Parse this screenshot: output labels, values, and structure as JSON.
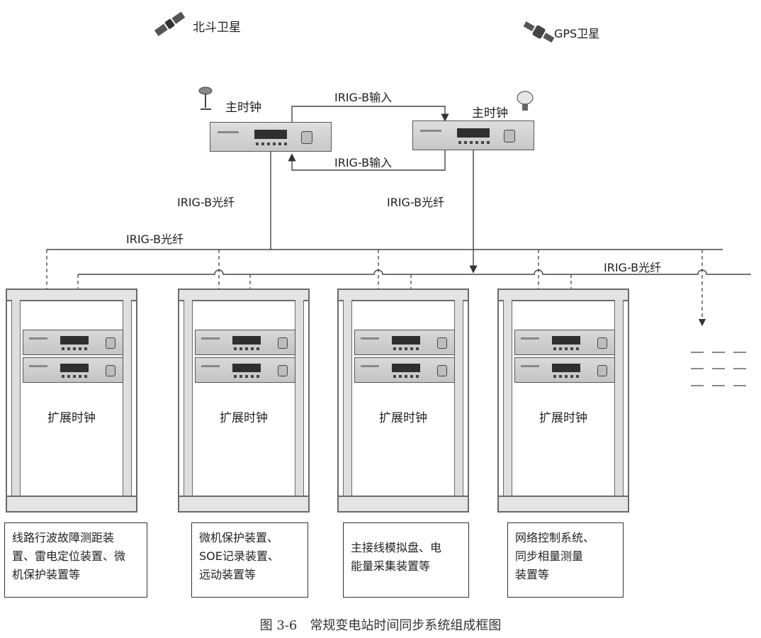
{
  "satellites": {
    "beidou": "北斗卫星",
    "gps": "GPS卫星"
  },
  "master_clocks": [
    {
      "label": "主时钟"
    },
    {
      "label": "主时钟"
    }
  ],
  "links": {
    "irigb_input_top": "IRIG-B输入",
    "irigb_input_bottom": "IRIG-B输入",
    "fiber_left_master": "IRIG-B光纤",
    "fiber_right_master": "IRIG-B光纤",
    "fiber_bus_upper": "IRIG-B光纤",
    "fiber_bus_lower": "IRIG-B光纤"
  },
  "expansion_racks": [
    {
      "label": "扩展时钟"
    },
    {
      "label": "扩展时钟"
    },
    {
      "label": "扩展时钟"
    },
    {
      "label": "扩展时钟"
    }
  ],
  "device_groups": [
    {
      "lines": [
        "线路行波故障测距装",
        "置、雷电定位装置、微",
        "机保护装置等"
      ]
    },
    {
      "lines": [
        "微机保护装置、",
        "SOE记录装置、",
        "远动装置等"
      ]
    },
    {
      "lines": [
        "主接线模拟盘、电",
        "能量采集装置等"
      ]
    },
    {
      "lines": [
        "网络控制系统、",
        "同步相量测量",
        "装置等"
      ]
    }
  ],
  "caption": "图 3-6　常规变电站时间同步系统组成框图"
}
